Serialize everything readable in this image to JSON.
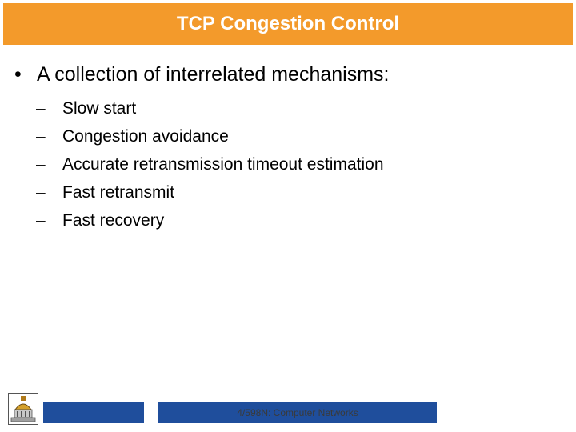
{
  "header": {
    "title": "TCP Congestion Control"
  },
  "content": {
    "bullet_symbol": "•",
    "main_bullet": "A collection of interrelated mechanisms:",
    "dash_symbol": "–",
    "sub_items": [
      "Slow start",
      "Congestion avoidance",
      "Accurate retransmission timeout estimation",
      "Fast retransmit",
      "Fast recovery"
    ]
  },
  "footer": {
    "course": "4/598N: Computer Networks"
  },
  "colors": {
    "title_bar": "#f39a2b",
    "footer_bar": "#1f4e9c"
  }
}
